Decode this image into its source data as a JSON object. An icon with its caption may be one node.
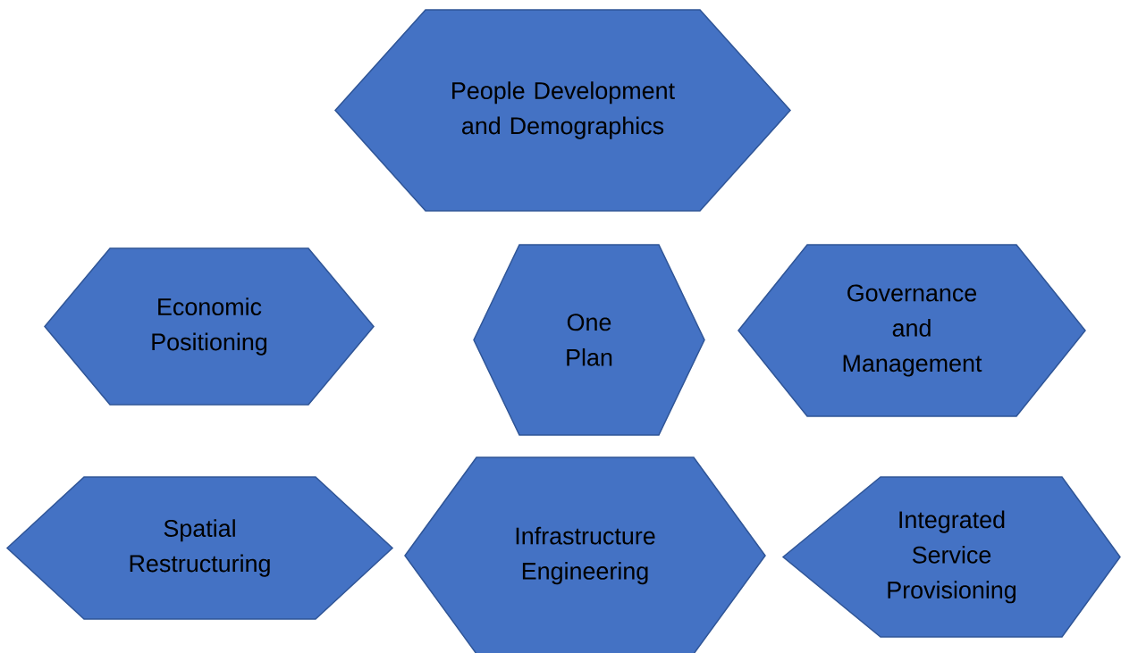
{
  "diagram": {
    "nodes": [
      {
        "text": [
          "People Development and Demographics"
        ]
      },
      {
        "text": [
          "Economic Positioning"
        ]
      },
      {
        "text": [
          "One Plan"
        ]
      },
      {
        "text": [
          "Governance and Management"
        ]
      },
      {
        "text": [
          "Spatial Restructuring"
        ]
      },
      {
        "text": [
          "Infrastructure Engineering"
        ]
      },
      {
        "text": [
          "Integrated Service Provisioning"
        ]
      }
    ]
  }
}
